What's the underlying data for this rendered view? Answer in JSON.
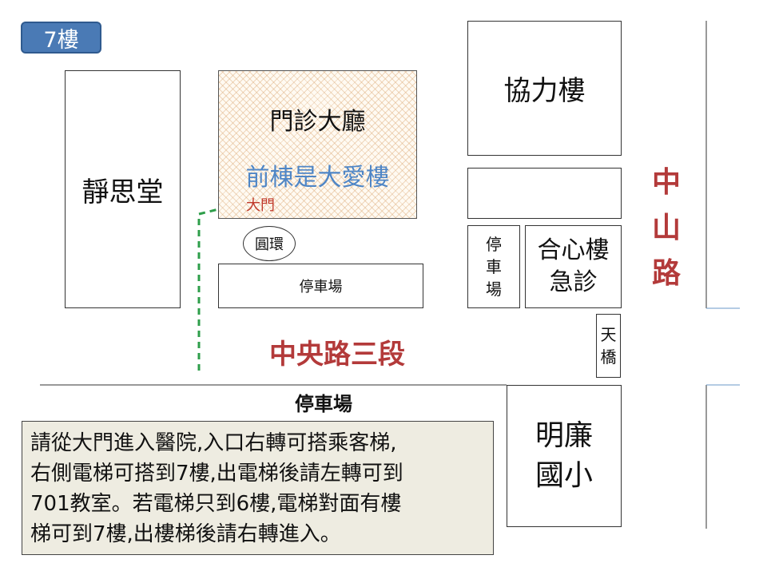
{
  "floor_badge": "7樓",
  "buildings": {
    "jingsi": "靜思堂",
    "lobby_title": "門診大廳",
    "lobby_front": "前棟是大愛樓",
    "gate": "大門",
    "roundabout": "圓環",
    "parking_mid": "停車場",
    "xieli": "協力樓",
    "parking_side": [
      "停",
      "車",
      "場"
    ],
    "hexin": [
      "合心樓",
      "急診"
    ],
    "bridge": [
      "天",
      "橋"
    ],
    "minglian": [
      "明廉",
      "國小"
    ],
    "parking_bottom": "停車場"
  },
  "roads": {
    "zhongshan": [
      "中",
      "山",
      "路"
    ],
    "zhongyang": "中央路三段"
  },
  "instructions": [
    "請從大門進入醫院,入口右轉可搭乘客梯,",
    "右側電梯可搭到7樓,出電梯後請左轉可到",
    "701教室。若電梯只到6樓,電梯對面有樓",
    "梯可到7樓,出樓梯後請右轉進入。"
  ],
  "colors": {
    "badge": "#4a7ab5",
    "road_label": "#b33a3a",
    "front_building": "#4f86c6",
    "gate_label": "#c0392b",
    "path_arrow": "#2e9e4a",
    "instructions_bg": "#eeece1"
  }
}
